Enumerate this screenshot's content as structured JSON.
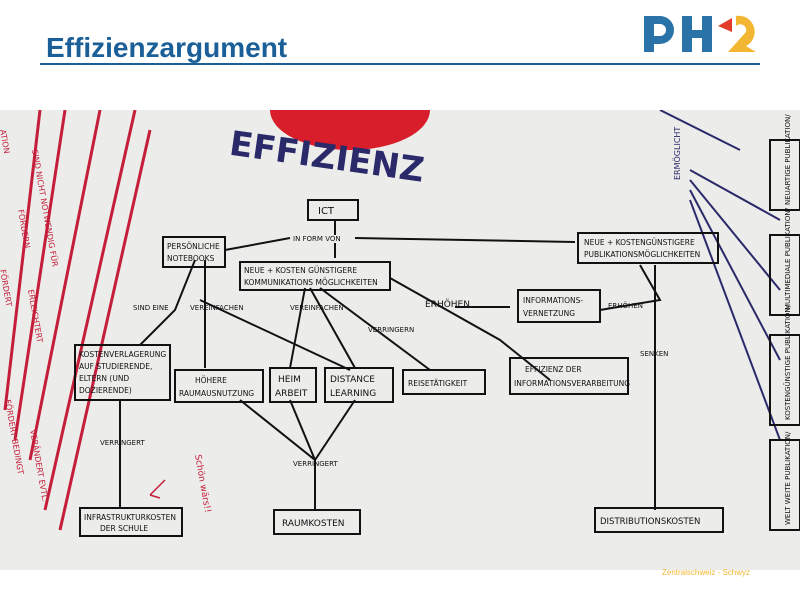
{
  "slide": {
    "title": "Effizienzargument",
    "footer": "Zentralschweiz - Schwyz",
    "logo_text": "PHZ"
  },
  "diagram": {
    "heading": "EFFIZIENZ",
    "nodes": {
      "ict": "ICT",
      "notebooks": [
        "PERSÖNLICHE",
        "NOTEBOOKS"
      ],
      "kommunikation": [
        "NEUE + KOSTEN GÜNSTIGERE",
        "KOMMUNIKATIONS MÖGLICHKEITEN"
      ],
      "publikation": [
        "NEUE + KOSTENGÜNSTIGERE",
        "PUBLIKATIONSMÖGLICHKEITEN"
      ],
      "vernetzung": [
        "INFORMATIONS-",
        "VERNETZUNG"
      ],
      "kostenverlagerung": [
        "KOSTENVERLAGERUNG",
        "AUF STUDIERENDE,",
        "ELTERN (UND",
        "DOZIERENDE)"
      ],
      "raumausnutzung": [
        "HÖHERE",
        "RAUMAUSNUTZUNG"
      ],
      "heimarbeit": [
        "HEIM",
        "ARBEIT"
      ],
      "distance": [
        "DISTANCE",
        "LEARNING"
      ],
      "reise": "REISETÄTIGKEIT",
      "effizienz_info": [
        "EFFIZIENZ DER",
        "INFORMATIONSVERARBEITUNG"
      ],
      "infrastruktur": [
        "INFRASTRUKTURKOSTEN",
        "DER SCHULE"
      ],
      "raumkosten": "RAUMKOSTEN",
      "distribution": "DISTRIBUTIONSKOSTEN"
    },
    "labels": {
      "in_form_von": "IN FORM VON",
      "sind_eine": "SIND EINE",
      "vereinfachen1": "VEREINFACHEN",
      "vereinfachen2": "VEREINFACHEN",
      "verringern": "VERRINGERN",
      "erhoehen1": "ERHÖHEN",
      "erhoehen2": "ERHÖHEN",
      "senken": "SENKEN",
      "verringert1": "VERRINGERT",
      "verringert2": "VERRINGERT",
      "schoen": "Schön wärs!!"
    },
    "left_edge": [
      "ATION",
      "SIND NICHT NOTWENDIG FÜR",
      "FÖRDERN",
      "FÖRDERT",
      "ERLEICHTERT",
      "FÖRDERT BEDINGT",
      "VERÄNDERT EVTL."
    ],
    "right_edge": [
      "ERMÖGLICHT",
      "NEUARTIGE PUBLIKATION/",
      "MULTIMEDIALE PUBLIKATION/",
      "KOSTENGÜNSTIGE PUBLIKATION/",
      "WELT WEITE PUBLIKATION/"
    ]
  }
}
